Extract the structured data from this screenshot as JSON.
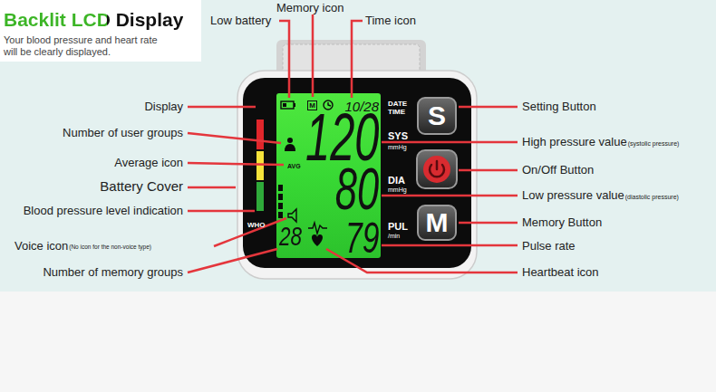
{
  "diagram": {
    "title": "Backlit LCD Display",
    "caption": "Your blood pressure and heart rate will be clearly displayed.",
    "nodes": [
      {
        "text": [
          "10/28",
          "120",
          "80",
          "79",
          "28",
          "AVG"
        ]
      },
      {
        "text": [
          "M"
        ],
        "in": 0
      },
      {
        "text": [
          "S"
        ]
      },
      {
        "text": [
          "M"
        ]
      }
    ],
    "labels": [
      "Low battery",
      "Memory icon",
      "Time icon",
      "Display",
      "Number of user groups",
      "Average icon",
      "Battery Cover",
      "Blood pressure level indication",
      "Voice icon",
      "(No icon for the non-voice type)",
      "Number of memory groups",
      "Setting Button",
      "High pressure value",
      "(systolic pressure)",
      "On/Off Button",
      "Low pressure value",
      "(diastolic pressure)",
      "Memory Button",
      "Pulse rate",
      "Heartbeat icon",
      "DATE TIME",
      "SYS",
      "mmHg",
      "DIA",
      "mmHg",
      "PUL",
      "/min",
      "WHO"
    ]
  }
}
